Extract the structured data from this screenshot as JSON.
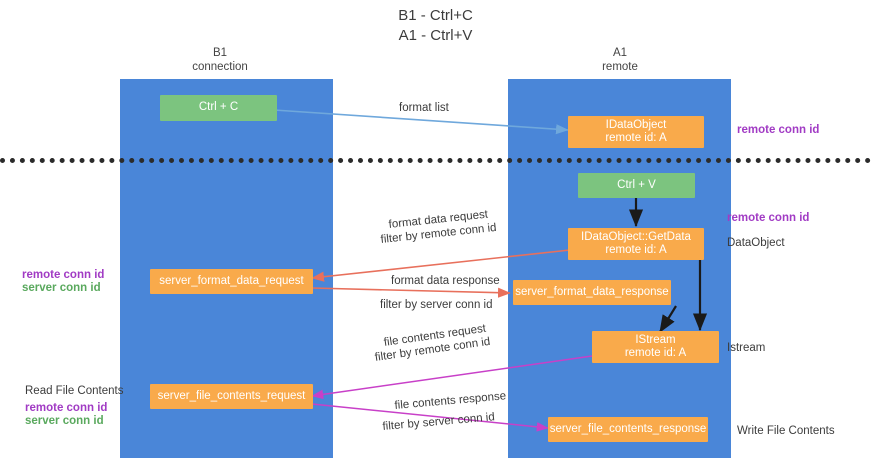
{
  "diagram": {
    "title_line1": "B1 - Ctrl+C",
    "title_line2": "A1 - Ctrl+V",
    "lanes": [
      {
        "id": "b1",
        "title": "B1",
        "subtitle": "connection",
        "color": "#4a86d8"
      },
      {
        "id": "a1",
        "title": "A1",
        "subtitle": "remote",
        "color": "#4a86d8"
      }
    ],
    "colors": {
      "lane": "#4a86d8",
      "green_node": "#7cc47f",
      "orange_node": "#f9aa4b",
      "purple_text": "#a13bc4",
      "green_text": "#5aa95e",
      "blue_arrow": "#6fa8dc",
      "black_arrow": "#1a1a1a",
      "red_arrow": "#e8705c",
      "magenta_arrow": "#c840c8",
      "divider": "#2b2b2b"
    },
    "nodes": {
      "ctrl_c": {
        "label": "Ctrl + C",
        "kind": "green"
      },
      "idataobject": {
        "line1": "IDataObject",
        "line2": "remote id: A",
        "kind": "orange"
      },
      "ctrl_v": {
        "label": "Ctrl + V",
        "kind": "green"
      },
      "getdata": {
        "line1": "IDataObject::GetData",
        "line2": "remote id: A",
        "kind": "orange"
      },
      "server_format_data_request": {
        "label": "server_format_data_request",
        "kind": "orange"
      },
      "server_format_data_response": {
        "label": "server_format_data_response",
        "kind": "orange"
      },
      "istream": {
        "line1": "IStream",
        "line2": "remote id: A",
        "kind": "orange"
      },
      "server_file_contents_request": {
        "label": "server_file_contents_request",
        "kind": "orange"
      },
      "server_file_contents_response": {
        "label": "server_file_contents_response",
        "kind": "orange"
      }
    },
    "edge_labels": {
      "format_list": "format list",
      "format_data_request": "format data request",
      "format_data_request_filter_prefix": "filter by ",
      "format_data_request_filter_key": "remote conn id",
      "format_data_response": "format data response",
      "format_data_response_filter_prefix": "filter by ",
      "format_data_response_filter_key": "server conn id",
      "file_contents_request": "file contents request",
      "file_contents_request_filter_prefix": "filter by ",
      "file_contents_request_filter_key": "remote conn id",
      "file_contents_response": "file contents response",
      "file_contents_response_filter_prefix": "filter by ",
      "file_contents_response_filter_key": "server conn id"
    },
    "side_labels": {
      "right_remote_conn_id_top": "remote conn id",
      "right_remote_conn_id_mid": "remote conn id",
      "right_dataobject": "DataObject",
      "right_istream": "Istream",
      "right_write_file_contents": "Write File Contents",
      "left_remote_conn_id": "remote conn id",
      "left_server_conn_id": "server conn id",
      "left_read_file_contents": "Read File Contents",
      "left_remote_conn_id_2": "remote conn id",
      "left_server_conn_id_2": "server conn id"
    }
  }
}
